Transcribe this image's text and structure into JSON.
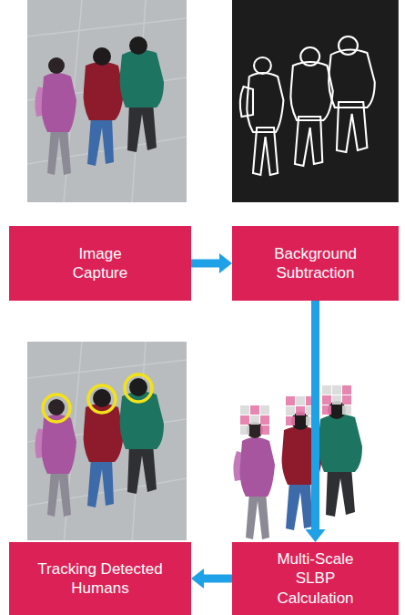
{
  "diagram": {
    "nodes": [
      {
        "text": [
          "Image Capture"
        ]
      },
      {
        "text": [
          "Background Subtraction"
        ]
      },
      {
        "text": [
          "Tracking Detected Humans"
        ]
      },
      {
        "text": [
          "Multi-Scale SLBP Calculation"
        ]
      }
    ],
    "edges": [
      {
        "from": 0,
        "to": 1,
        "arrow": "to"
      },
      {
        "from": 1,
        "to": 3,
        "arrow": "to"
      },
      {
        "from": 3,
        "to": 2,
        "arrow": "to"
      }
    ]
  }
}
